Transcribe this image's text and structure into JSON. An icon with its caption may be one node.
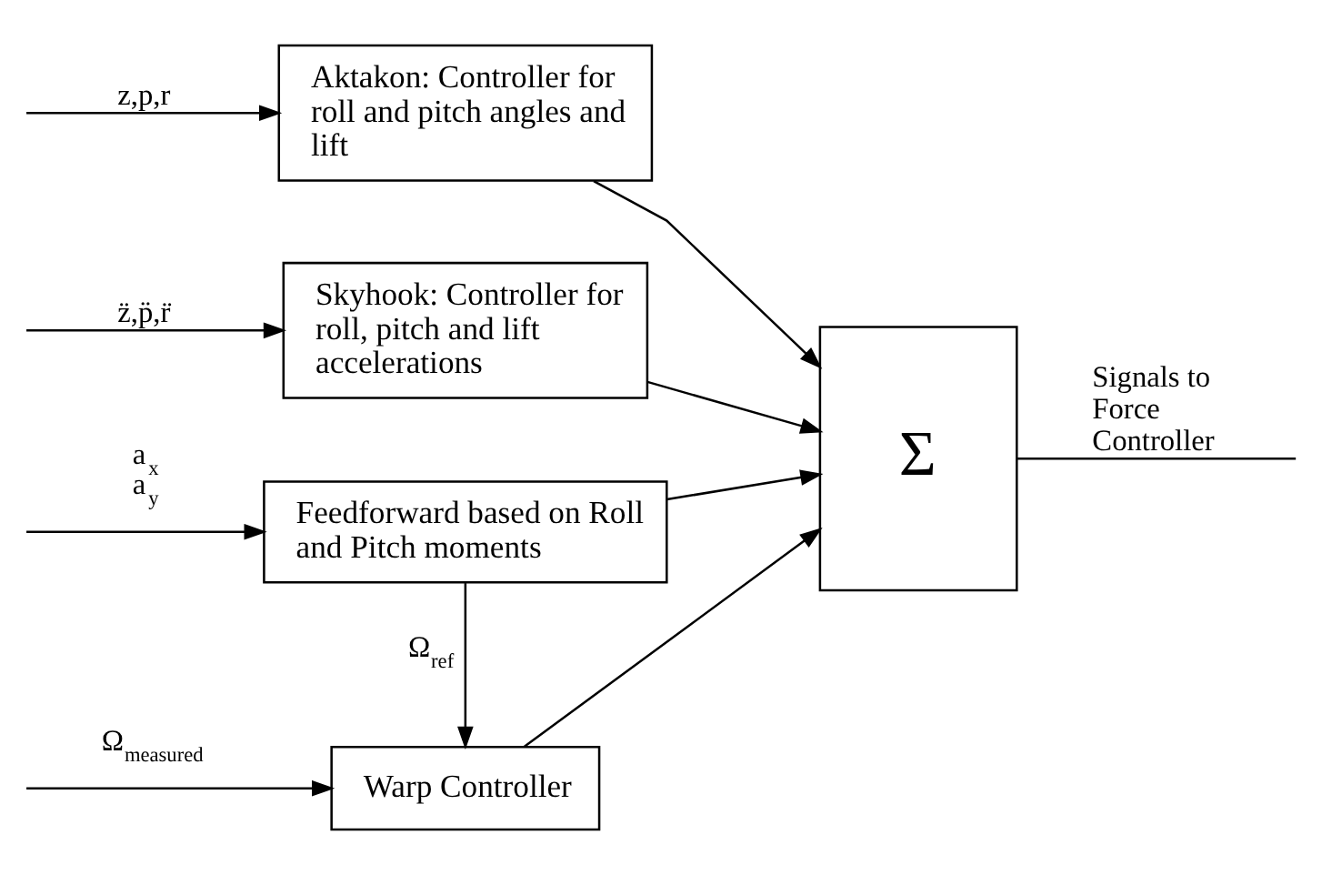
{
  "diagram": {
    "nodes": [
      {
        "text": [
          "Warp Controller"
        ]
      },
      {
        "text": [
          "Aktakon: Controller for roll and pitch angles and lift"
        ]
      },
      {
        "text": [
          "Skyhook: Controller for roll, pitch and lift accelerations"
        ]
      },
      {
        "text": [
          "Feedforward based on Roll and Pitch moments"
        ]
      },
      {
        "text": [
          "Σ"
        ]
      }
    ],
    "edges": [
      {
        "from": null,
        "to": 0,
        "arrow": "to",
        "label": "Ω$_{measured}$"
      },
      {
        "from": 3,
        "to": 0,
        "arrow": "to",
        "label": "Ω$_{ref}$"
      },
      {
        "from": null,
        "to": 1,
        "arrow": "to",
        "label": "z,p,r"
      },
      {
        "from": null,
        "to": 2,
        "arrow": "to",
        "label": "z̈,p̈,r̈"
      },
      {
        "from": null,
        "to": 3,
        "arrow": "to",
        "label": "a$_{x}$ a$_{y}$"
      },
      {
        "from": 0,
        "to": 4,
        "arrow": "to"
      },
      {
        "from": 1,
        "to": 4,
        "arrow": "to"
      },
      {
        "from": 2,
        "to": 4,
        "arrow": "to"
      },
      {
        "from": 3,
        "to": 4,
        "arrow": "to"
      },
      {
        "from": 4,
        "to": null,
        "arrow": "none",
        "label": "Signals to Force Controller"
      }
    ]
  }
}
